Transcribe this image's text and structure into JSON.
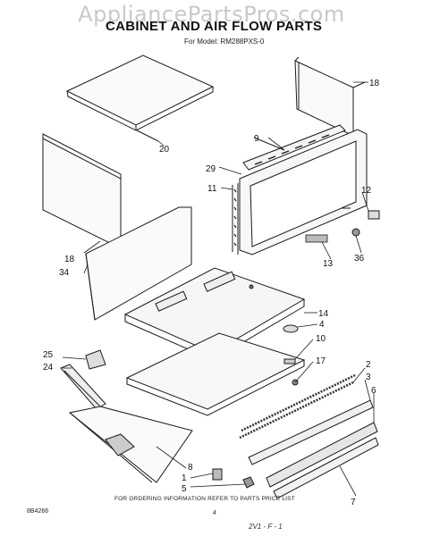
{
  "watermark": "AppliancePartsPros.com",
  "title": "CABINET AND AIR FLOW PARTS",
  "subtitle": "For Model: RM288PXS-0",
  "footer": "FOR ORDERING INFORMATION REFER TO PARTS PRICE LIST",
  "doc_number": "8B4266",
  "page_number": "4",
  "handwritten_note": "2V1 - F - 1",
  "callouts": [
    "20",
    "18",
    "9",
    "29",
    "11",
    "12",
    "18",
    "34",
    "36",
    "13",
    "14",
    "4",
    "10",
    "25",
    "24",
    "17",
    "2",
    "3",
    "6",
    "8",
    "1",
    "5",
    "7"
  ]
}
